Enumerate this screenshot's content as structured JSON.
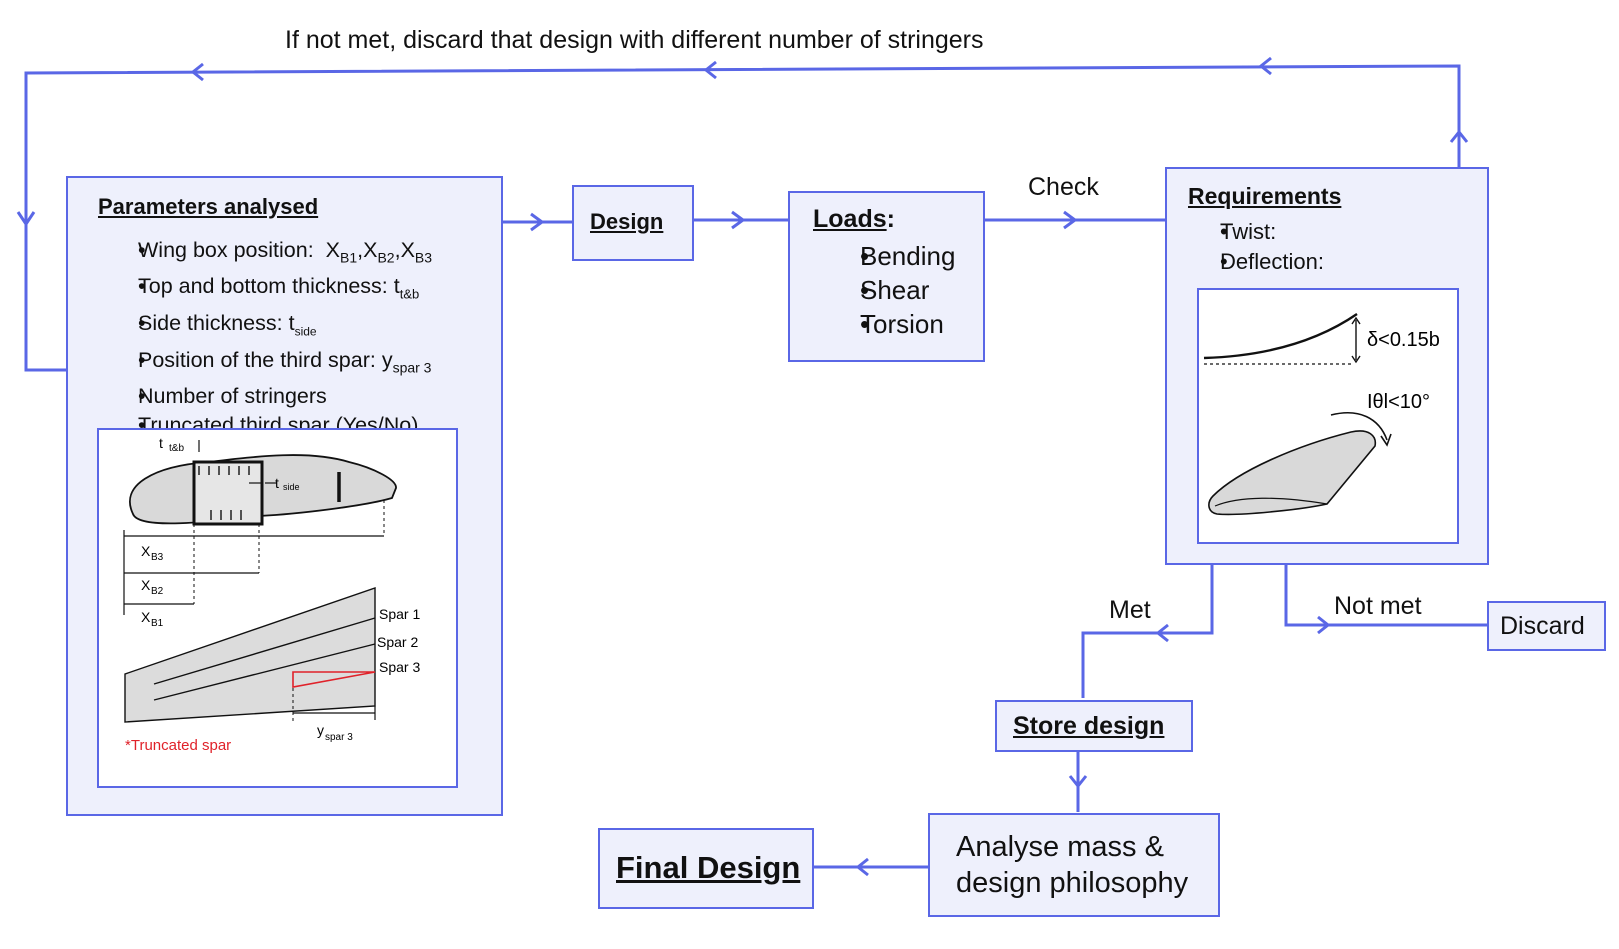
{
  "loop_label": "If not met, discard that design with different number of stringers",
  "params": {
    "title": "Parameters analysed",
    "items": [
      "Wing box position:",
      "Top and bottom thickness:",
      "Side thickness:",
      "Position of the third spar:",
      "Number of stringers",
      "Truncated third spar (Yes/No)"
    ],
    "symbols": {
      "x": "X",
      "b1": "B1",
      "b2": "B2",
      "b3": "B3",
      "comma": ",",
      "t": "t",
      "tb": "t&b",
      "side": "side",
      "y": "y",
      "spar3": "spar 3"
    },
    "figure": {
      "spar1": "Spar 1",
      "spar2": "Spar 2",
      "spar3": "Spar 3",
      "truncated": "*Truncated spar"
    }
  },
  "design": {
    "label": "Design"
  },
  "loads": {
    "title": "Loads",
    "colon": ":",
    "items": [
      "Bending",
      "Shear",
      "Torsion"
    ]
  },
  "check_label": "Check",
  "requirements": {
    "title": "Requirements",
    "items": [
      "Twist:",
      "Deflection:"
    ],
    "deflection_limit": "δ<0.15b",
    "twist_limit": "Iθl<10°"
  },
  "met_label": "Met",
  "not_met_label": "Not met",
  "discard": {
    "label": "Discard"
  },
  "store": {
    "label": "Store design"
  },
  "analyse": {
    "line1": "Analyse mass &",
    "line2": "design philosophy"
  },
  "final": {
    "label": "Final Design"
  },
  "colors": {
    "accent": "#5a67e6",
    "box_fill": "#eef0fc",
    "figure_red": "#e0222a"
  }
}
